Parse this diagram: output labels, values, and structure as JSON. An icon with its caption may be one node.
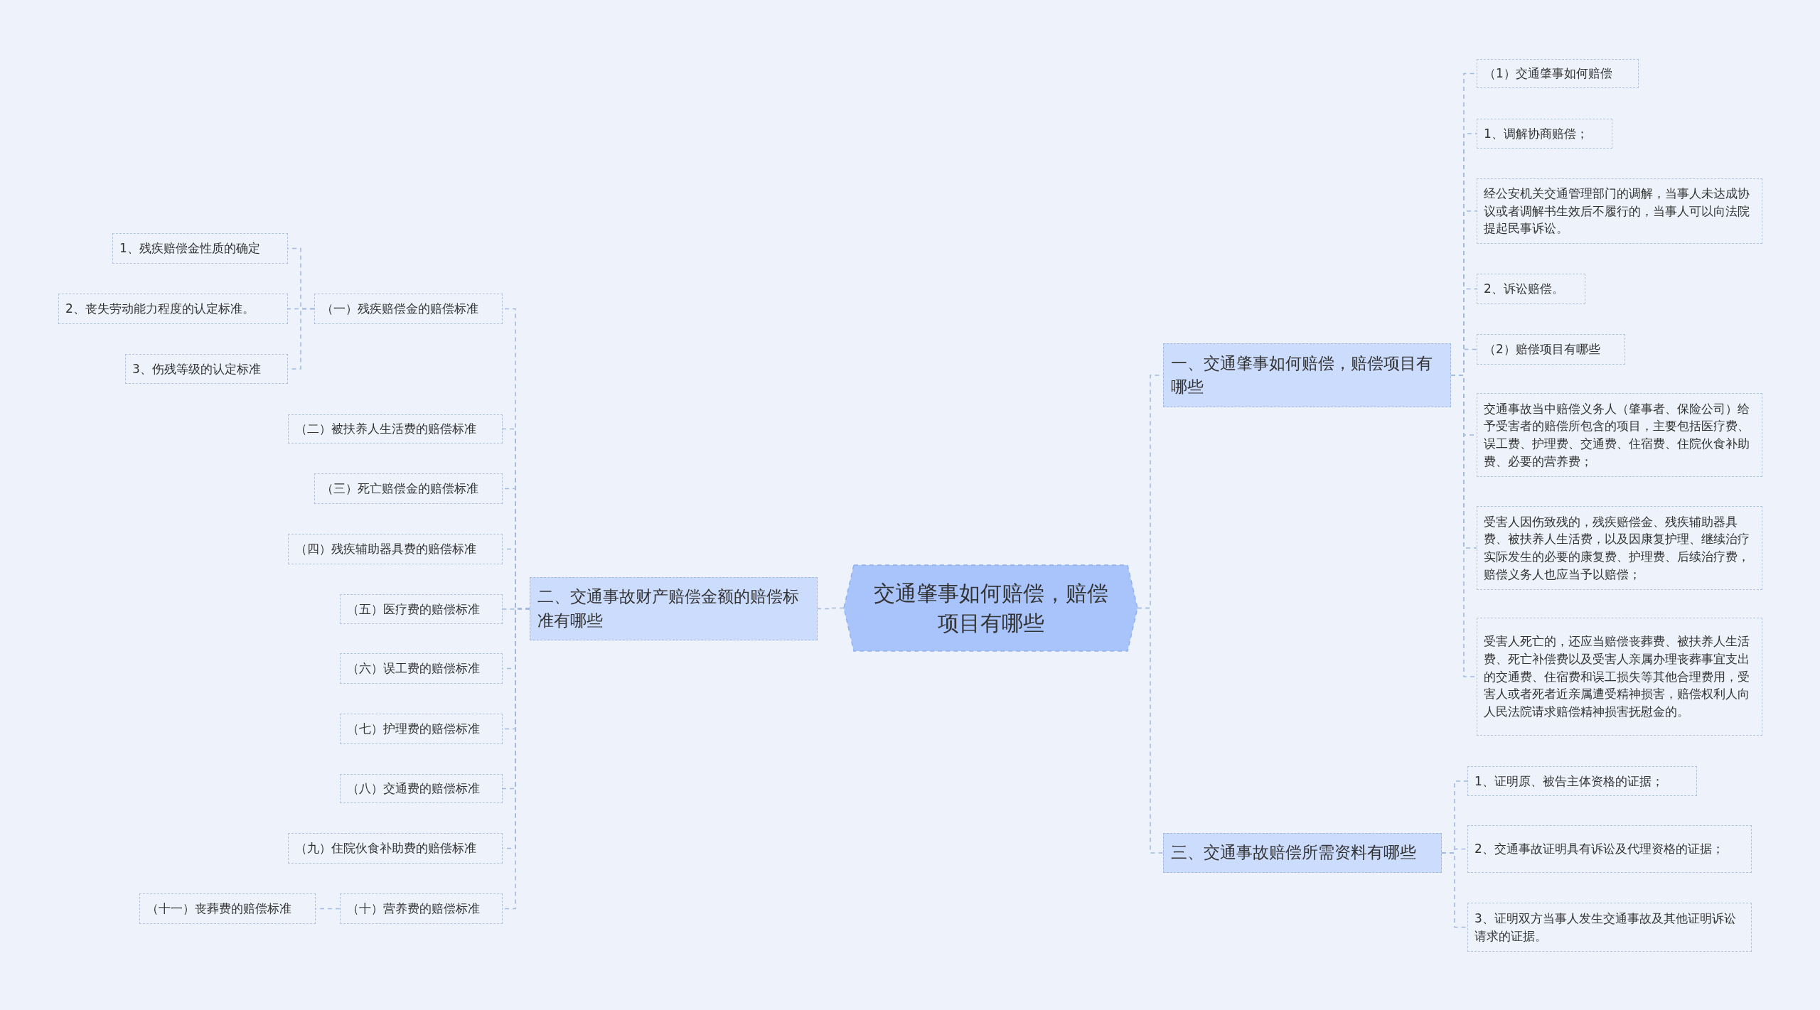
{
  "diagram": {
    "nodes": [
      {
        "text": [
          "交通肇事如何赔偿，赔偿项目有哪些"
        ]
      },
      {
        "text": [
          "一、交通肇事如何赔偿，赔偿项目有哪些"
        ]
      },
      {
        "text": [
          "（1）交通肇事如何赔偿"
        ]
      },
      {
        "text": [
          "1、调解协商赔偿；"
        ]
      },
      {
        "text": [
          "经公安机关交通管理部门的调解，当事人未达成协议或者调解书生效后不履行的，当事人可以向法院提起民事诉讼。"
        ]
      },
      {
        "text": [
          "2、诉讼赔偿。"
        ]
      },
      {
        "text": [
          "（2）赔偿项目有哪些"
        ]
      },
      {
        "text": [
          "交通事故当中赔偿义务人（肇事者、保险公司）给予受害者的赔偿所包含的项目，主要包括医疗费、误工费、护理费、交通费、住宿费、住院伙食补助费、必要的营养费；"
        ]
      },
      {
        "text": [
          "受害人因伤致残的，残疾赔偿金、残疾辅助器具费、被扶养人生活费，以及因康复护理、继续治疗实际发生的必要的康复费、护理费、后续治疗费，赔偿义务人也应当予以赔偿；"
        ]
      },
      {
        "text": [
          "受害人死亡的，还应当赔偿丧葬费、被扶养人生活费、死亡补偿费以及受害人亲属办理丧葬事宜支出的交通费、住宿费和误工损失等其他合理费用，受害人或者死者近亲属遭受精神损害，赔偿权利人向人民法院请求赔偿精神损害抚慰金的。"
        ]
      },
      {
        "text": [
          "三、交通事故赔偿所需资料有哪些"
        ]
      },
      {
        "text": [
          "1、证明原、被告主体资格的证据；"
        ]
      },
      {
        "text": [
          "2、交通事故证明具有诉讼及代理资格的证据；"
        ]
      },
      {
        "text": [
          "3、证明双方当事人发生交通事故及其他证明诉讼请求的证据。"
        ]
      },
      {
        "text": [
          "二、交通事故财产赔偿金额的赔偿标准有哪些"
        ]
      },
      {
        "text": [
          "（一）残疾赔偿金的赔偿标准"
        ]
      },
      {
        "text": [
          "1、残疾赔偿金性质的确定"
        ]
      },
      {
        "text": [
          "2、丧失劳动能力程度的认定标准。"
        ]
      },
      {
        "text": [
          "3、伤残等级的认定标准"
        ]
      },
      {
        "text": [
          "（二）被扶养人生活费的赔偿标准"
        ]
      },
      {
        "text": [
          "（三）死亡赔偿金的赔偿标准"
        ]
      },
      {
        "text": [
          "（四）残疾辅助器具费的赔偿标准"
        ]
      },
      {
        "text": [
          "（五）医疗费的赔偿标准"
        ]
      },
      {
        "text": [
          "（六）误工费的赔偿标准"
        ]
      },
      {
        "text": [
          "（七）护理费的赔偿标准"
        ]
      },
      {
        "text": [
          "（八）交通费的赔偿标准"
        ]
      },
      {
        "text": [
          "（九）住院伙食补助费的赔偿标准"
        ]
      },
      {
        "text": [
          "（十）营养费的赔偿标准"
        ]
      },
      {
        "text": [
          "（十一）丧葬费的赔偿标准"
        ]
      }
    ],
    "edges": [
      {
        "from": 0,
        "to": 1,
        "arrow": "none",
        "style": "dashed"
      },
      {
        "from": 1,
        "to": 2,
        "arrow": "none",
        "style": "dashed"
      },
      {
        "from": 1,
        "to": 3,
        "arrow": "none",
        "style": "dashed"
      },
      {
        "from": 1,
        "to": 4,
        "arrow": "none",
        "style": "dashed"
      },
      {
        "from": 1,
        "to": 5,
        "arrow": "none",
        "style": "dashed"
      },
      {
        "from": 1,
        "to": 6,
        "arrow": "none",
        "style": "dashed"
      },
      {
        "from": 1,
        "to": 7,
        "arrow": "none",
        "style": "dashed"
      },
      {
        "from": 1,
        "to": 8,
        "arrow": "none",
        "style": "dashed"
      },
      {
        "from": 1,
        "to": 9,
        "arrow": "none",
        "style": "dashed"
      },
      {
        "from": 0,
        "to": 10,
        "arrow": "none",
        "style": "dashed"
      },
      {
        "from": 10,
        "to": 11,
        "arrow": "none",
        "style": "dashed"
      },
      {
        "from": 10,
        "to": 12,
        "arrow": "none",
        "style": "dashed"
      },
      {
        "from": 10,
        "to": 13,
        "arrow": "none",
        "style": "dashed"
      },
      {
        "from": 0,
        "to": 14,
        "arrow": "none",
        "style": "dashed"
      },
      {
        "from": 14,
        "to": 15,
        "arrow": "none",
        "style": "dashed"
      },
      {
        "from": 15,
        "to": 16,
        "arrow": "none",
        "style": "dashed"
      },
      {
        "from": 15,
        "to": 17,
        "arrow": "none",
        "style": "dashed"
      },
      {
        "from": 15,
        "to": 18,
        "arrow": "none",
        "style": "dashed"
      },
      {
        "from": 14,
        "to": 19,
        "arrow": "none",
        "style": "dashed"
      },
      {
        "from": 14,
        "to": 20,
        "arrow": "none",
        "style": "dashed"
      },
      {
        "from": 14,
        "to": 21,
        "arrow": "none",
        "style": "dashed"
      },
      {
        "from": 14,
        "to": 22,
        "arrow": "none",
        "style": "dashed"
      },
      {
        "from": 14,
        "to": 23,
        "arrow": "none",
        "style": "dashed"
      },
      {
        "from": 14,
        "to": 24,
        "arrow": "none",
        "style": "dashed"
      },
      {
        "from": 14,
        "to": 25,
        "arrow": "none",
        "style": "dashed"
      },
      {
        "from": 14,
        "to": 26,
        "arrow": "none",
        "style": "dashed"
      },
      {
        "from": 14,
        "to": 27,
        "arrow": "none",
        "style": "dashed"
      },
      {
        "from": 27,
        "to": 28,
        "arrow": "none",
        "style": "dashed"
      }
    ]
  }
}
